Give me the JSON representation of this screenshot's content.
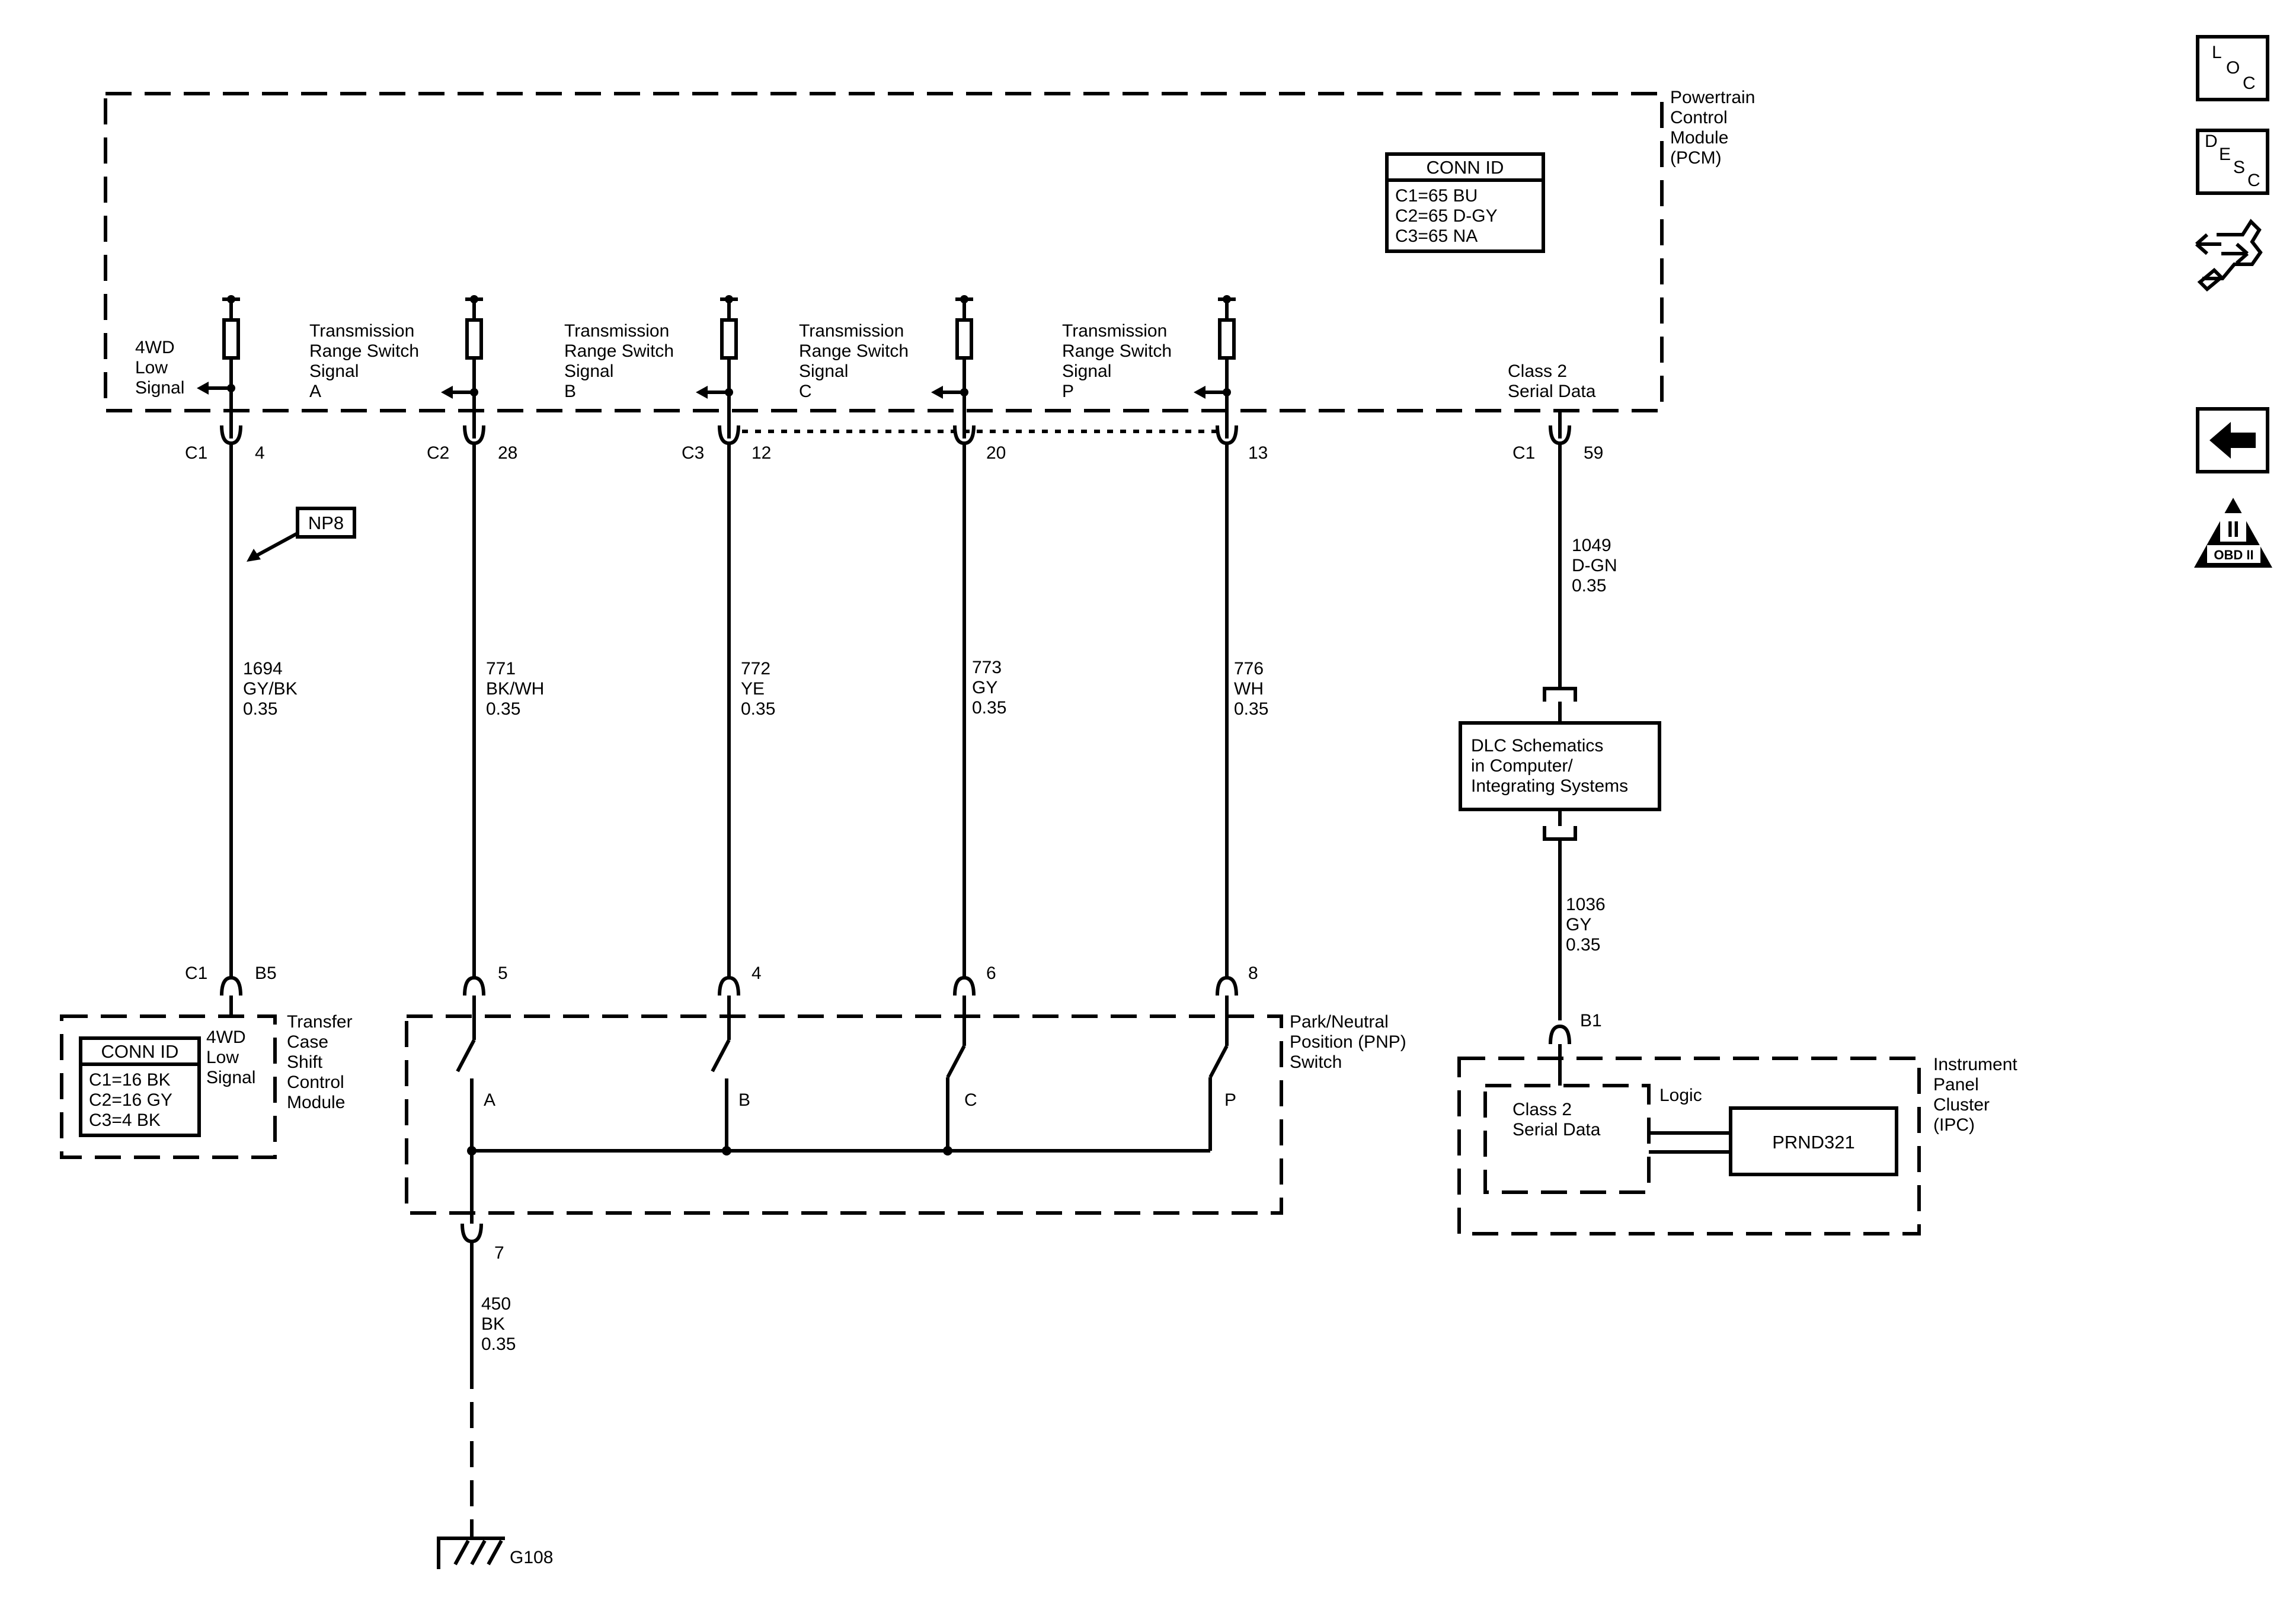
{
  "pcm": {
    "title": [
      "Powertrain",
      "Control",
      "Module",
      "(PCM)"
    ],
    "conn_id_header": "CONN ID",
    "conn_ids": [
      "C1=65 BU",
      "C2=65 D-GY",
      "C3=65 NA"
    ],
    "signals": [
      {
        "lines": [
          "4WD",
          "Low",
          "Signal"
        ],
        "conn": "C1",
        "pin": "4"
      },
      {
        "lines": [
          "Transmission",
          "Range Switch",
          "Signal",
          "A"
        ],
        "conn": "C2",
        "pin": "28"
      },
      {
        "lines": [
          "Transmission",
          "Range Switch",
          "Signal",
          "B"
        ],
        "conn": "C3",
        "pin": "12"
      },
      {
        "lines": [
          "Transmission",
          "Range Switch",
          "Signal",
          "C"
        ],
        "conn": "",
        "pin": "20"
      },
      {
        "lines": [
          "Transmission",
          "Range Switch",
          "Signal",
          "P"
        ],
        "conn": "",
        "pin": "13"
      },
      {
        "lines": [
          "Class 2",
          "Serial Data"
        ],
        "conn": "C1",
        "pin": "59"
      }
    ]
  },
  "np8_label": "NP8",
  "wires": [
    {
      "circuit": "1694",
      "color": "GY/BK",
      "size": "0.35"
    },
    {
      "circuit": "771",
      "color": "BK/WH",
      "size": "0.35"
    },
    {
      "circuit": "772",
      "color": "YE",
      "size": "0.35"
    },
    {
      "circuit": "773",
      "color": "GY",
      "size": "0.35"
    },
    {
      "circuit": "776",
      "color": "WH",
      "size": "0.35"
    },
    {
      "circuit": "1049",
      "color": "D-GN",
      "size": "0.35"
    },
    {
      "circuit": "1036",
      "color": "GY",
      "size": "0.35"
    },
    {
      "circuit": "450",
      "color": "BK",
      "size": "0.35"
    }
  ],
  "tcm": {
    "title": [
      "Transfer",
      "Case",
      "Shift",
      "Control",
      "Module"
    ],
    "conn": "C1",
    "pin": "B5",
    "signal": [
      "4WD",
      "Low",
      "Signal"
    ],
    "conn_id_header": "CONN ID",
    "conn_ids": [
      "C1=16 BK",
      "C2=16 GY",
      "C3=4 BK"
    ]
  },
  "pnp": {
    "title": [
      "Park/Neutral",
      "Position (PNP)",
      "Switch"
    ],
    "pins": [
      "5",
      "4",
      "6",
      "8"
    ],
    "switch_labels": [
      "A",
      "B",
      "C",
      "P"
    ],
    "ground_pin": "7"
  },
  "ground": {
    "label": "G108"
  },
  "dlc": {
    "lines": [
      "DLC Schematics",
      "in Computer/",
      "Integrating Systems"
    ]
  },
  "ipc": {
    "title": [
      "Instrument",
      "Panel",
      "Cluster",
      "(IPC)"
    ],
    "pin": "B1",
    "logic_label": "Logic",
    "class2": [
      "Class 2",
      "Serial Data"
    ],
    "display": "PRND321"
  },
  "side_icons": {
    "loc": {
      "letters": [
        "L",
        "O",
        "C"
      ],
      "icon": "loc-icon"
    },
    "desc": {
      "letters": [
        "D",
        "E",
        "S",
        "C"
      ],
      "icon": "desc-icon"
    },
    "conn_end": {
      "icon": "connector-end-view-icon"
    },
    "back": {
      "icon": "back-arrow-icon"
    },
    "obd": {
      "roman": "II",
      "label": "OBD II",
      "icon": "obd-ii-icon"
    }
  }
}
